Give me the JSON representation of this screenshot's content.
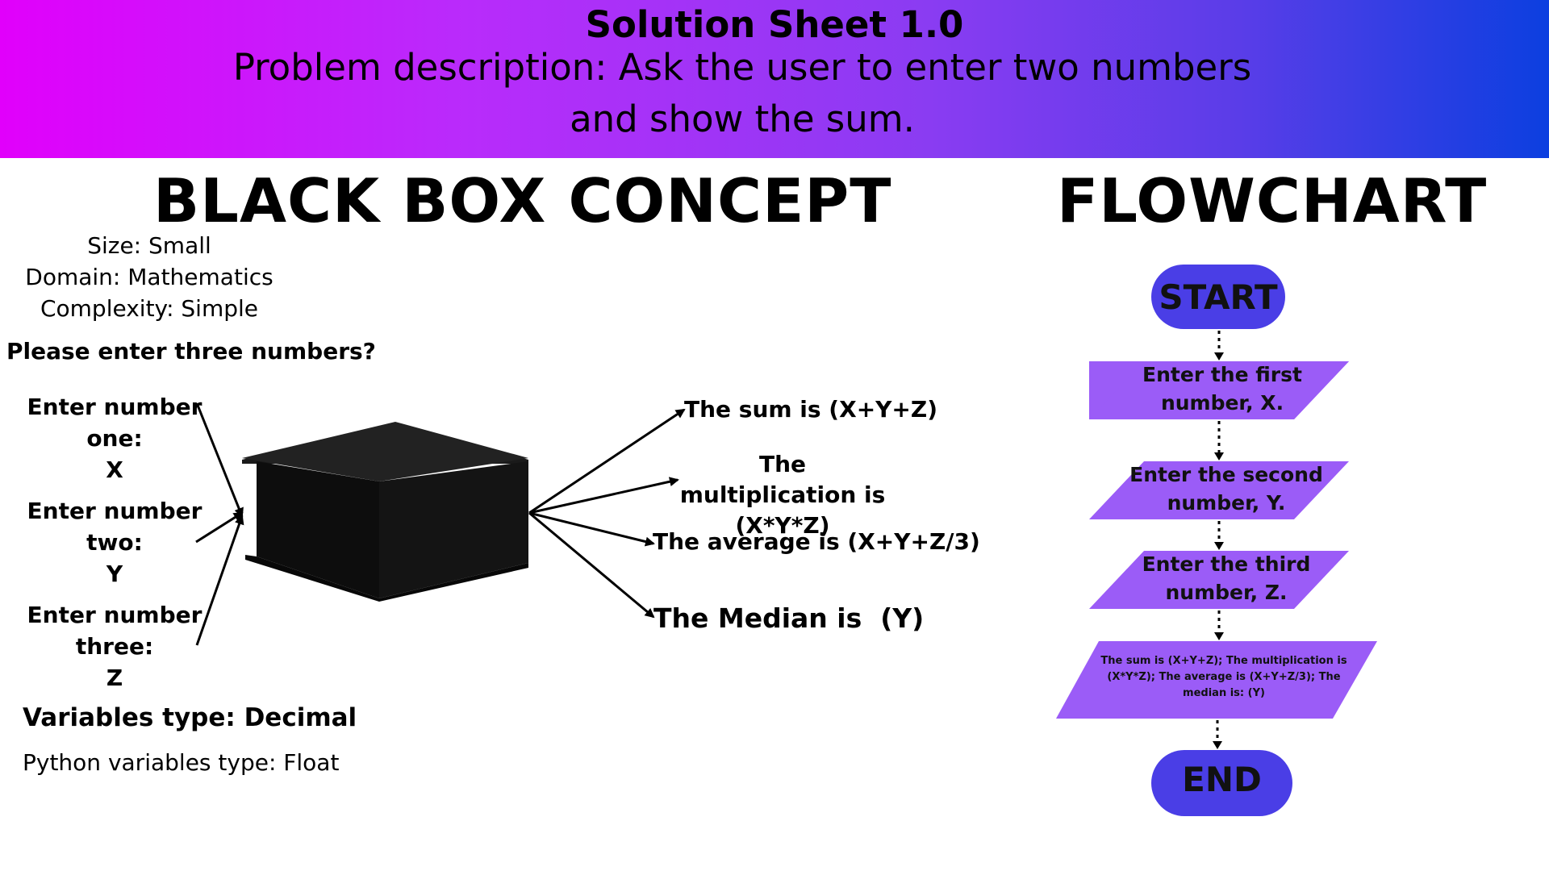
{
  "header": {
    "title": "Solution Sheet 1.0",
    "description": "Problem description: Ask the user to enter two numbers and show the sum."
  },
  "black_box": {
    "title": "BLACK BOX CONCEPT",
    "size": "Size: Small",
    "domain": "Domain: Mathematics",
    "complexity": "Complexity: Simple",
    "prompt": "Please enter three numbers?",
    "inputs": [
      {
        "line1": "Enter number",
        "line2": "one:",
        "line3": "X"
      },
      {
        "line1": "Enter number",
        "line2": "two:",
        "line3": "Y"
      },
      {
        "line1": "Enter number",
        "line2": "three:",
        "line3": "Z"
      }
    ],
    "outputs": [
      "The sum is (X+Y+Z)",
      "The multiplication is (X*Y*Z)",
      "The average is (X+Y+Z/3)",
      "The Median is  (Y)"
    ],
    "variables_type": "Variables type: Decimal",
    "python_type": "Python variables type: Float"
  },
  "flowchart": {
    "title": "FLOWCHART",
    "start": "START",
    "steps": [
      "Enter the first number, X.",
      "Enter the second number, Y.",
      "Enter the third number, Z.",
      "The sum is (X+Y+Z); The multiplication is (X*Y*Z); The average is (X+Y+Z/3); The median is: (Y)"
    ],
    "end": "END",
    "colors": {
      "terminal": "#4a3ee6",
      "io": "#9b5cf7"
    }
  }
}
